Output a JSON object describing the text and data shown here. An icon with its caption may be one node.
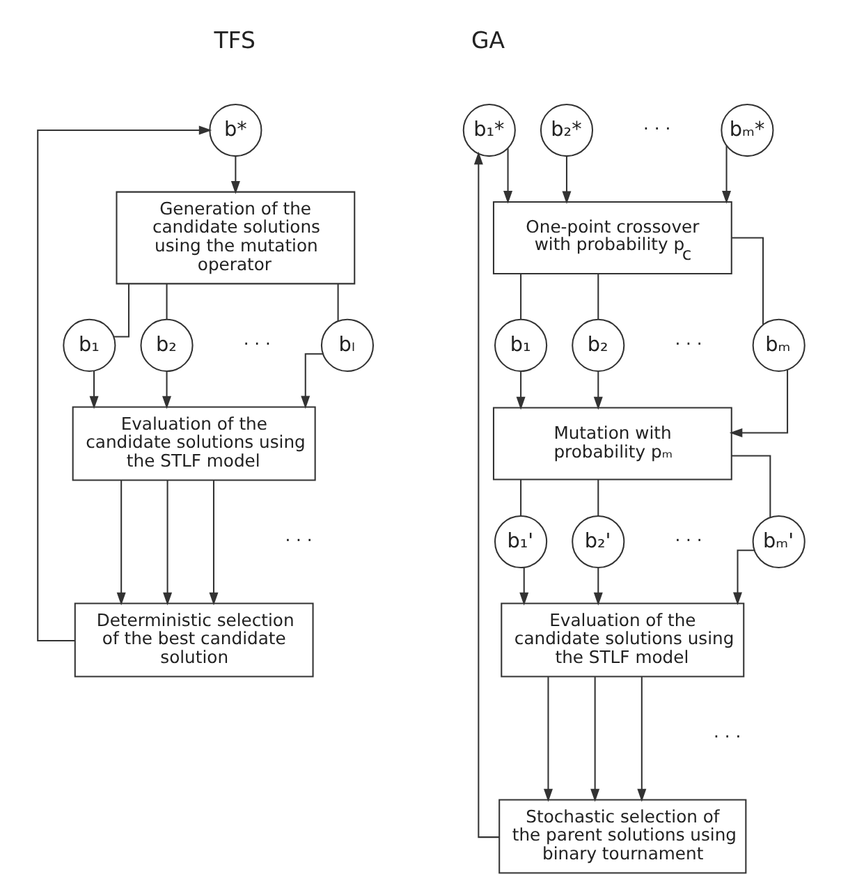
{
  "diagram": {
    "nodes": [
      {
        "text": [
          "b*"
        ]
      },
      {
        "text": [
          "Generation of the candidate solutions using the mutation operator"
        ]
      },
      {
        "text": [
          "b₁"
        ]
      },
      {
        "text": [
          "b₂"
        ]
      },
      {
        "text": [
          "bₗ"
        ]
      },
      {
        "text": [
          "Evaluation of the candidate solutions using the STLF model"
        ]
      },
      {
        "text": [
          "Deterministic selection of the best candidate solution"
        ]
      },
      {
        "text": [
          "b₁*"
        ]
      },
      {
        "text": [
          "b₂*"
        ]
      },
      {
        "text": [
          "bₘ*"
        ]
      },
      {
        "text": [
          "One-point crossover with probability p$_{c}$"
        ]
      },
      {
        "text": [
          "b₁"
        ]
      },
      {
        "text": [
          "b₂"
        ]
      },
      {
        "text": [
          "bₘ"
        ]
      },
      {
        "text": [
          "Mutation with probability pₘ"
        ]
      },
      {
        "text": [
          "b₁'"
        ]
      },
      {
        "text": [
          "b₂'"
        ]
      },
      {
        "text": [
          "bₘ'"
        ]
      },
      {
        "text": [
          "Evaluation of the candidate solutions using the STLF model"
        ]
      },
      {
        "text": [
          "Stochastic selection of the parent solutions using binary tournament"
        ]
      }
    ],
    "edges": [
      {
        "from": 6,
        "to": 0,
        "arrow": "to"
      },
      {
        "from": 0,
        "to": 1,
        "arrow": "to"
      },
      {
        "from": 1,
        "to": 2,
        "arrow": "none"
      },
      {
        "from": 1,
        "to": 3,
        "arrow": "none"
      },
      {
        "from": 1,
        "to": 4,
        "arrow": "none"
      },
      {
        "from": 2,
        "to": 5,
        "arrow": "to"
      },
      {
        "from": 3,
        "to": 5,
        "arrow": "to"
      },
      {
        "from": 4,
        "to": 5,
        "arrow": "to"
      },
      {
        "from": 5,
        "to": 6,
        "arrow": "to"
      },
      {
        "from": 5,
        "to": 6,
        "arrow": "to"
      },
      {
        "from": 5,
        "to": 6,
        "arrow": "to"
      },
      {
        "from": 19,
        "to": 7,
        "arrow": "to"
      },
      {
        "from": 7,
        "to": 10,
        "arrow": "to"
      },
      {
        "from": 8,
        "to": 10,
        "arrow": "to"
      },
      {
        "from": 9,
        "to": 10,
        "arrow": "to"
      },
      {
        "from": 10,
        "to": 11,
        "arrow": "none"
      },
      {
        "from": 10,
        "to": 12,
        "arrow": "none"
      },
      {
        "from": 10,
        "to": 13,
        "arrow": "none"
      },
      {
        "from": 11,
        "to": 14,
        "arrow": "to"
      },
      {
        "from": 12,
        "to": 14,
        "arrow": "to"
      },
      {
        "from": 13,
        "to": 14,
        "arrow": "to"
      },
      {
        "from": 14,
        "to": 15,
        "arrow": "none"
      },
      {
        "from": 14,
        "to": 16,
        "arrow": "none"
      },
      {
        "from": 14,
        "to": 17,
        "arrow": "none"
      },
      {
        "from": 15,
        "to": 18,
        "arrow": "to"
      },
      {
        "from": 16,
        "to": 18,
        "arrow": "to"
      },
      {
        "from": 17,
        "to": 18,
        "arrow": "to"
      },
      {
        "from": 18,
        "to": 19,
        "arrow": "to"
      },
      {
        "from": 18,
        "to": 19,
        "arrow": "to"
      },
      {
        "from": 18,
        "to": 19,
        "arrow": "to"
      }
    ],
    "labels": [
      "TFS",
      "GA",
      "· · ·",
      "· · ·",
      "· · ·",
      "· · ·",
      "· · ·",
      "· · ·"
    ]
  }
}
